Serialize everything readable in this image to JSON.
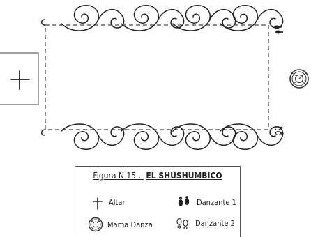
{
  "legend": {
    "title_prefix": "Figura N 15 .-",
    "title_name": "EL SHUSHUMBICO",
    "items": [
      {
        "label": "Altar"
      },
      {
        "label": "Danzante 1"
      },
      {
        "label": "Mama Danza"
      },
      {
        "label": "Danzante 2"
      }
    ]
  },
  "colors": {
    "ink": "#222222",
    "line": "#444444",
    "frame": "#555555"
  },
  "icons": [
    "cross-icon",
    "footprints-filled-icon",
    "footprints-outline-icon",
    "drum-icon"
  ]
}
